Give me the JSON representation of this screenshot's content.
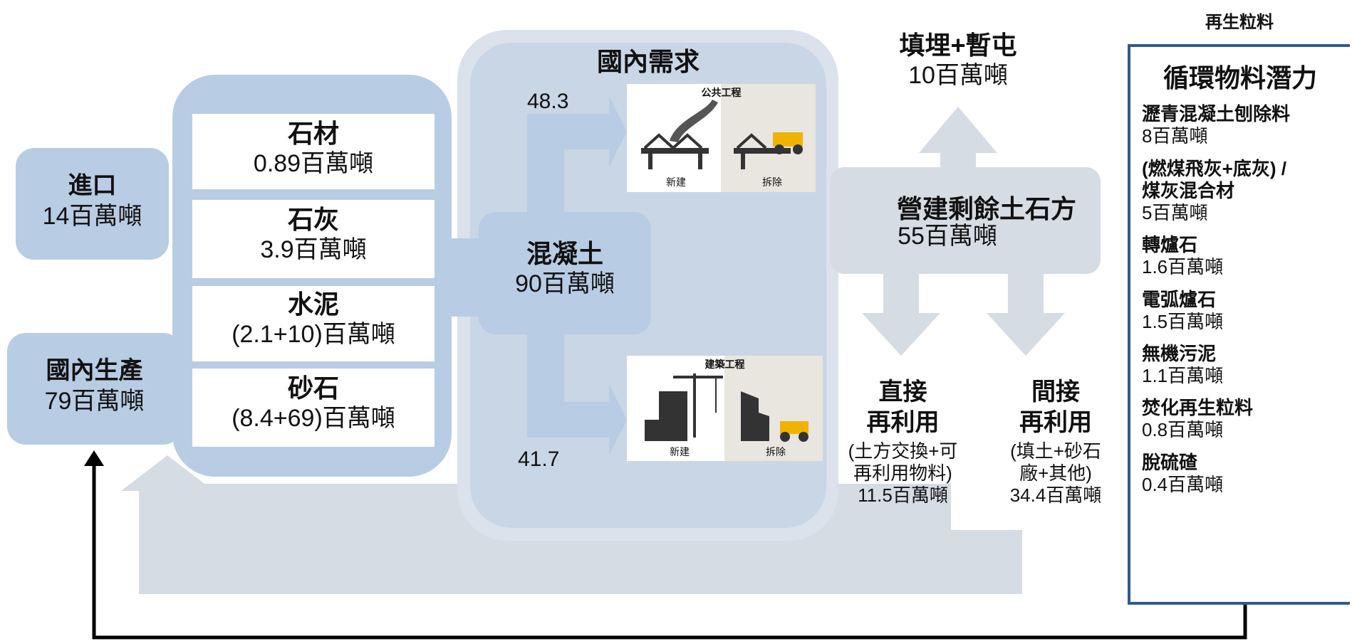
{
  "import": {
    "label": "進口",
    "amount": "14百萬噸"
  },
  "domestic_production": {
    "label": "國內生產",
    "amount": "79百萬噸"
  },
  "materials": [
    {
      "name": "石材",
      "amount": "0.89百萬噸"
    },
    {
      "name": "石灰",
      "amount": "3.9百萬噸"
    },
    {
      "name": "水泥",
      "amount": "(2.1+10)百萬噸"
    },
    {
      "name": "砂石",
      "amount": "(8.4+69)百萬噸"
    }
  ],
  "demand": {
    "title": "國內需求",
    "concrete": {
      "label": "混凝土",
      "amount": "90百萬噸"
    },
    "public_value": "48.3",
    "building_value": "41.7",
    "public_works": {
      "title": "公共工程",
      "new": "新建",
      "demolish": "拆除"
    },
    "building_works": {
      "title": "建築工程",
      "new": "新建",
      "demolish": "拆除"
    }
  },
  "landfill": {
    "label": "填埋+暫屯",
    "amount": "10百萬噸"
  },
  "surplus": {
    "label": "營建剩餘土石方",
    "amount": "55百萬噸"
  },
  "direct_reuse": {
    "line1": "直接",
    "line2": "再利用",
    "detail1": "(土方交換+可",
    "detail2": "再利用物料)",
    "amount": "11.5百萬噸"
  },
  "indirect_reuse": {
    "line1": "間接",
    "line2": "再利用",
    "detail1": "(填土+砂石",
    "detail2": "廠+其他)",
    "amount": "34.4百萬噸"
  },
  "recycled": {
    "caption": "再生粒料",
    "title": "循環物料潛力",
    "items": [
      {
        "name": "瀝青混凝土刨除料",
        "amount": "8百萬噸"
      },
      {
        "name": "(燃煤飛灰+底灰) /",
        "name2": "煤灰混合材",
        "amount": "5百萬噸"
      },
      {
        "name": "轉爐石",
        "amount": "1.6百萬噸"
      },
      {
        "name": "電弧爐石",
        "amount": "1.5百萬噸"
      },
      {
        "name": "無機污泥",
        "amount": "1.1百萬噸"
      },
      {
        "name": "焚化再生粒料",
        "amount": "0.8百萬噸"
      },
      {
        "name": "脫硫碴",
        "amount": "0.4百萬噸"
      }
    ]
  },
  "colors": {
    "flow_blue": "#b8cce4",
    "flow_grey": "#d6dce4",
    "panel_border": "#2e5a8e",
    "arrow_black": "#000000"
  }
}
